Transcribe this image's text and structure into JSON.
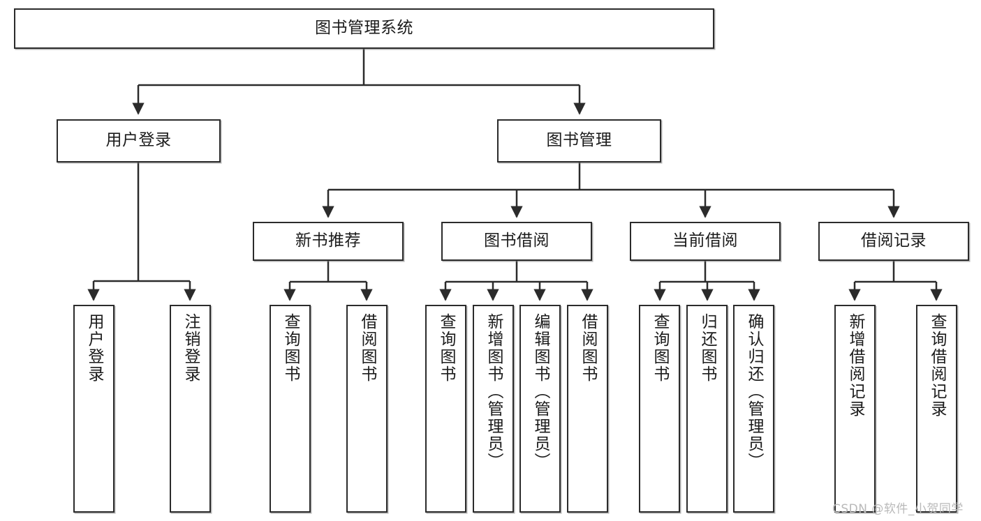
{
  "diagram": {
    "title": "图书管理系统",
    "type": "tree-hierarchy-diagram",
    "colors": {
      "box_border": "#2b2b2b",
      "box_fill": "#ffffff",
      "connector": "#2b2b2b",
      "watermark": "#b9b9b9"
    },
    "root": {
      "label": "图书管理系统"
    },
    "level2": [
      {
        "label": "用户登录"
      },
      {
        "label": "图书管理"
      }
    ],
    "level3": [
      {
        "label": "新书推荐"
      },
      {
        "label": "图书借阅"
      },
      {
        "label": "当前借阅"
      },
      {
        "label": "借阅记录"
      }
    ],
    "leaves": {
      "user_login": [
        {
          "label": "用户登录"
        },
        {
          "label": "注销登录"
        }
      ],
      "new_book_recommend": [
        {
          "label": "查询图书"
        },
        {
          "label": "借阅图书"
        }
      ],
      "book_borrow": [
        {
          "label": "查询图书"
        },
        {
          "label": "新增图书（管理员）"
        },
        {
          "label": "编辑图书（管理员）"
        },
        {
          "label": "借阅图书"
        }
      ],
      "current_borrow": [
        {
          "label": "查询图书"
        },
        {
          "label": "归还图书"
        },
        {
          "label": "确认归还（管理员）"
        }
      ],
      "borrow_record": [
        {
          "label": "新增借阅记录"
        },
        {
          "label": "查询借阅记录"
        }
      ]
    }
  },
  "watermark": {
    "text": "CSDN @软件_小贺同学"
  }
}
